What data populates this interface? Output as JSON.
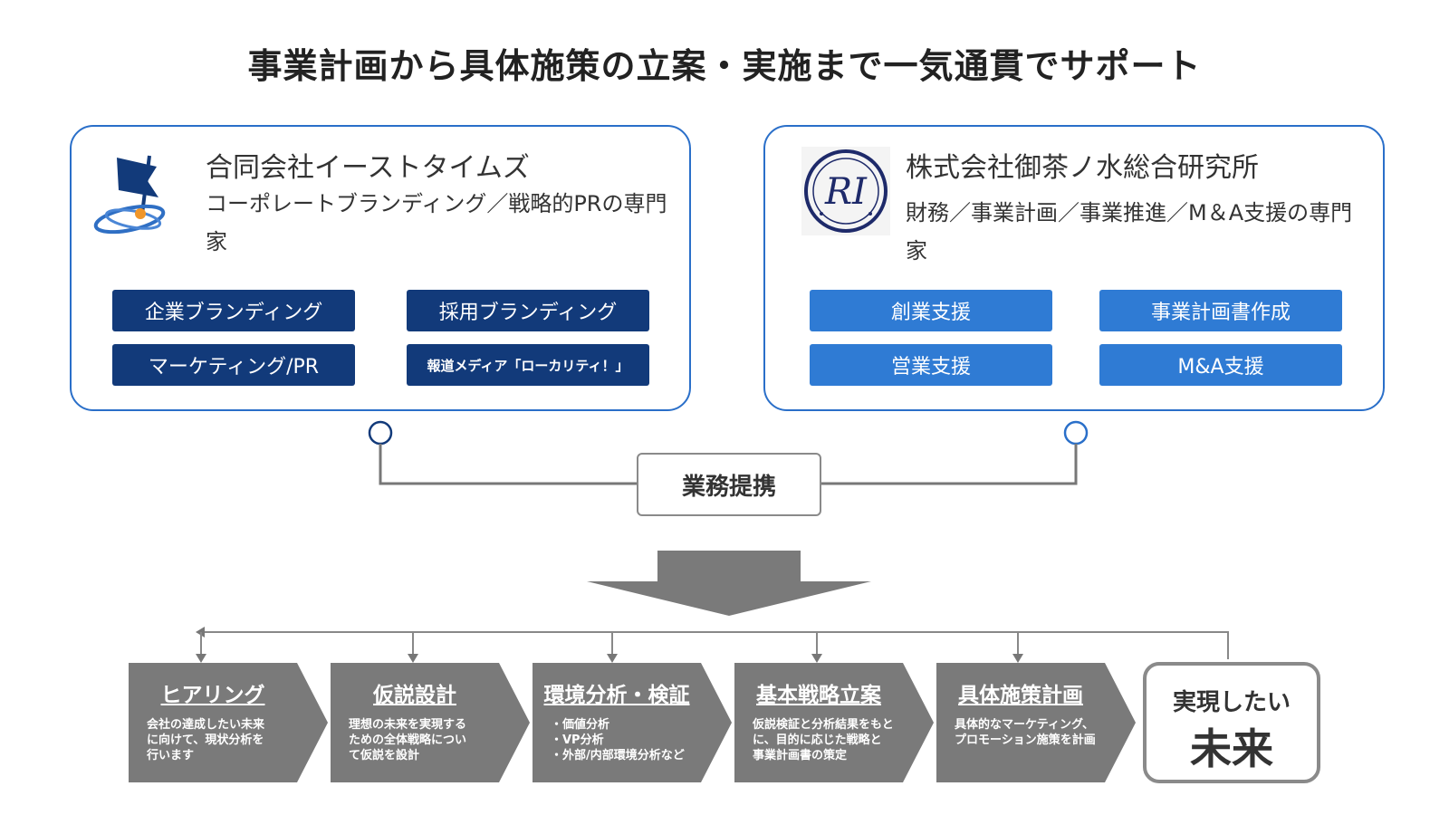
{
  "title": "事業計画から具体施策の立案・実施まで一気通貫でサポート",
  "companies": [
    {
      "name": "合同会社イーストタイムズ",
      "description": "コーポレートブランディング／戦略的PRの専門家",
      "logo_icon": "flag-orbit-icon",
      "services": [
        "企業ブランディング",
        "採用ブランディング",
        "マーケティング/PR",
        "報道メディア「ローカリティ！」"
      ],
      "color": "#123a7a"
    },
    {
      "name": "株式会社御茶ノ水総合研究所",
      "description": "財務／事業計画／事業推進／M＆A支援の専門家",
      "logo_icon": "ori-monogram-icon",
      "services": [
        "創業支援",
        "事業計画書作成",
        "営業支援",
        "M&A支援"
      ],
      "color": "#2f7bd4"
    }
  ],
  "partnership_label": "業務提携",
  "steps": [
    {
      "title": "ヒアリング",
      "description": "会社の達成したい未来\nに向けて、現状分析を\n行います"
    },
    {
      "title": "仮説設計",
      "description": "理想の未来を実現する\nための全体戦略につい\nて仮説を設計"
    },
    {
      "title": "環境分析・検証",
      "description": "・価値分析\n・VP分析\n・外部/内部環境分析など"
    },
    {
      "title": "基本戦略立案",
      "description": "仮説検証と分析結果をもと\nに、目的に応じた戦略と\n事業計画書の策定"
    },
    {
      "title": "具体施策計画",
      "description": "具体的なマーケティング、\nプロモーション施策を計画"
    }
  ],
  "future": {
    "top": "実現したい",
    "big": "未来"
  },
  "colors": {
    "border_blue": "#2a6fc9",
    "step_gray": "#7a7a7a",
    "line_gray": "#8a8a8a"
  }
}
